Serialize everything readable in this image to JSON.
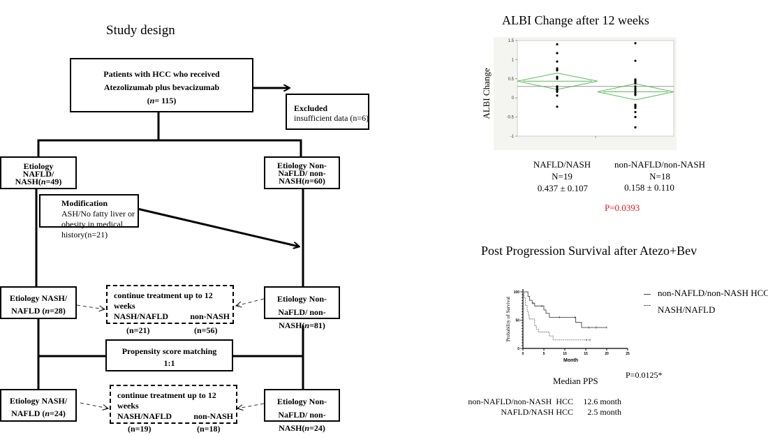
{
  "study_design": {
    "title": "Study design",
    "top_box": {
      "line1": "Patients with HCC who received",
      "line2": "Atezolizumab plus bevacizumab",
      "n_prefix": "(",
      "n_italic": "n",
      "n_suffix": "= 115)"
    },
    "excluded": {
      "title": "Excluded",
      "text": "insufficient data (n=6)"
    },
    "etiology_nafld_1": {
      "line1": "Etiology",
      "line2": "NAFLD/",
      "line3a": "NASH(",
      "n": "n",
      "line3b": "=49)"
    },
    "etiology_non_1": {
      "line1": "Etiology Non-",
      "line2": "NaFLD/ non-",
      "line3a": "NASH(",
      "n": "n",
      "line3b": "=60)"
    },
    "modification": {
      "title": "Modification",
      "text": "ASH/No fatty liver or obesity in medical history(n=21)"
    },
    "etiology_nafld_2": {
      "line1": "Etiology NASH/",
      "line2a": "NAFLD (",
      "n": "n",
      "line2b": "=28)"
    },
    "etiology_non_2": {
      "line1": "Etiology Non-",
      "line2": "NaFLD/ non-",
      "line3a": "NASH(",
      "n": "n",
      "line3b": "=81)"
    },
    "continue_1": {
      "line1": "continue treatment up to 12",
      "line2": "weeks",
      "left": "NASH/NAFLD",
      "right": "non-NASH",
      "left_n": "(n=21)",
      "right_n": "(n=56)"
    },
    "psm": {
      "line1": "Propensity score matching",
      "line2": "1:1"
    },
    "etiology_nafld_3": {
      "line1": "Etiology NASH/",
      "line2a": "NAFLD (",
      "n": "n",
      "line2b": "=24)"
    },
    "etiology_non_3": {
      "line1": "Etiology Non-",
      "line2": "NaFLD/ non-",
      "line3a": "NASH(",
      "n": "n",
      "line3b": "=24)"
    },
    "continue_2": {
      "line1": "continue treatment up to 12",
      "line2": "weeks",
      "left": "NASH/NAFLD",
      "right": "non-NASH",
      "left_n": "(n=19)",
      "right_n": "(n=18)"
    }
  },
  "albi": {
    "groups": [
      {
        "name": "NAFLD/NASH",
        "n": "N=19",
        "stat": "0.437 ± 0.107"
      },
      {
        "name": "non-NAFLD/non-NASH",
        "n": "N=18",
        "stat": "0.158 ± 0.110"
      }
    ],
    "p_value": "P=0.0393",
    "p_color": "#e8141b"
  },
  "pps": {
    "median_title": "Median PPS",
    "p_value": "P=0.0125*",
    "medians": [
      {
        "label": "non-NAFLD/non-NASH  HCC",
        "value": "12.6 month"
      },
      {
        "label": "NAFLD/NASH HCC",
        "value": "2.5 month"
      }
    ]
  },
  "chart_data": [
    {
      "type": "scatter",
      "title": "ALBI Change after 12 weeks",
      "xlabel": "",
      "ylabel": "ALBI Change",
      "ylim": [
        -1,
        1.5
      ],
      "yticks": [
        -1,
        -0.5,
        0,
        0.5,
        1,
        1.5
      ],
      "ytick_labels": [
        "-1",
        "-0.5",
        "0",
        "0.5",
        "1",
        "1.5"
      ],
      "grand_mean": 0.3,
      "categories": [
        "NAFLD/NASH",
        "non-NAFLD/non-NASH"
      ],
      "series": [
        {
          "name": "NAFLD/NASH",
          "mean": 0.437,
          "ci": [
            0.22,
            0.65
          ],
          "points": [
            1.4,
            1.17,
            0.95,
            0.77,
            0.74,
            0.72,
            0.55,
            0.52,
            0.5,
            0.3,
            0.28,
            0.26,
            0.24,
            0.22,
            0.2,
            0.18,
            0.16,
            0.06,
            -0.23
          ]
        },
        {
          "name": "non-NAFLD/non-NASH",
          "mean": 0.158,
          "ci": [
            -0.05,
            0.37
          ],
          "points": [
            1.43,
            0.97,
            0.48,
            0.45,
            0.42,
            0.38,
            0.3,
            0.25,
            0.2,
            0.15,
            0.1,
            0.08,
            -0.18,
            -0.22,
            -0.26,
            -0.37,
            -0.5,
            -0.77
          ]
        }
      ],
      "diamond_color": "#5cb85c"
    },
    {
      "type": "line",
      "title": "Post Progression Survival after Atezo+Bev",
      "xlabel": "Month",
      "ylabel": "Probability of Survival",
      "xlim": [
        0,
        25
      ],
      "ylim": [
        0,
        100
      ],
      "xticks": [
        0,
        5,
        10,
        15,
        20,
        25
      ],
      "yticks": [
        0,
        50,
        100
      ],
      "legend": "right",
      "series": [
        {
          "name": "non-NAFLD/non-NASH HCC",
          "style": "solid",
          "steps": [
            [
              0,
              100
            ],
            [
              1.2,
              100
            ],
            [
              1.2,
              92
            ],
            [
              1.6,
              92
            ],
            [
              1.6,
              85
            ],
            [
              2.2,
              85
            ],
            [
              2.2,
              80
            ],
            [
              2.8,
              80
            ],
            [
              2.8,
              75
            ],
            [
              5.0,
              75
            ],
            [
              5.0,
              68
            ],
            [
              5.5,
              68
            ],
            [
              5.5,
              62
            ],
            [
              6.3,
              62
            ],
            [
              6.3,
              55
            ],
            [
              12.6,
              55
            ],
            [
              12.6,
              46
            ],
            [
              14,
              46
            ],
            [
              14,
              37
            ],
            [
              20,
              37
            ]
          ],
          "censors": [
            [
              2.4,
              80
            ],
            [
              4.5,
              75
            ],
            [
              8.7,
              55
            ],
            [
              12.4,
              55
            ],
            [
              15.7,
              37
            ],
            [
              17.5,
              37
            ],
            [
              20,
              37
            ]
          ]
        },
        {
          "name": "NASH/NAFLD",
          "style": "dashed",
          "steps": [
            [
              0,
              100
            ],
            [
              0.3,
              100
            ],
            [
              0.3,
              90
            ],
            [
              0.6,
              90
            ],
            [
              0.6,
              76
            ],
            [
              1.0,
              76
            ],
            [
              1.0,
              66
            ],
            [
              1.3,
              66
            ],
            [
              1.3,
              58
            ],
            [
              1.5,
              58
            ],
            [
              1.5,
              52
            ],
            [
              2.8,
              52
            ],
            [
              2.8,
              40
            ],
            [
              3.2,
              40
            ],
            [
              3.2,
              34
            ],
            [
              3.7,
              34
            ],
            [
              3.7,
              29
            ],
            [
              6.3,
              29
            ],
            [
              6.3,
              22
            ],
            [
              7.2,
              22
            ],
            [
              7.2,
              15
            ],
            [
              16,
              15
            ]
          ],
          "censors": [
            [
              15.2,
              15
            ],
            [
              16,
              15
            ]
          ]
        }
      ]
    }
  ]
}
